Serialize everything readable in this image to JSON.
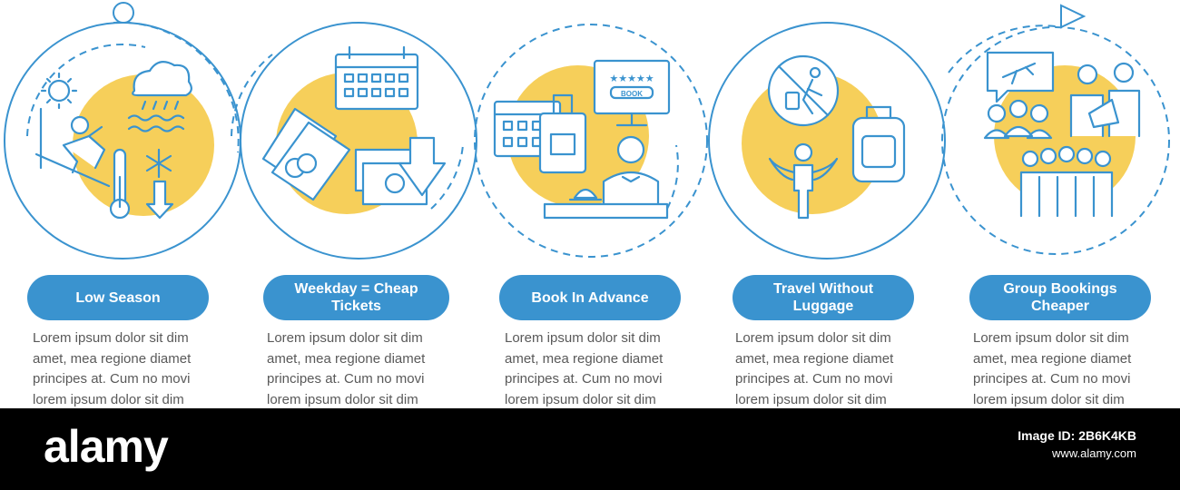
{
  "colors": {
    "accent_blue": "#3a93cf",
    "accent_yellow": "#f6cf5a",
    "text_gray": "#595959",
    "footer_black": "#000000"
  },
  "steps": [
    {
      "title": "Low Season",
      "icons": [
        "sun-icon",
        "skier-icon",
        "rain-cloud-icon",
        "thermometer-icon",
        "snowflake-icon",
        "down-arrow-icon"
      ],
      "lines": [
        "Lorem ipsum dolor sit dim",
        "amet, mea regione diamet",
        "principes at. Cum no movi",
        "lorem ipsum dolor sit dim"
      ]
    },
    {
      "title": "Weekday = Cheap Tickets",
      "icons": [
        "calendar-icon",
        "tickets-icon",
        "cash-icon",
        "down-arrow-icon"
      ],
      "lines": [
        "Lorem ipsum dolor sit dim",
        "amet, mea regione diamet",
        "principes at. Cum no movi",
        "lorem ipsum dolor sit dim"
      ]
    },
    {
      "title": "Book In Advance",
      "icons": [
        "calendar-icon",
        "monitor-icon",
        "suitcase-icon",
        "receptionist-icon",
        "bell-icon"
      ],
      "monitor_label": "BOOK",
      "lines": [
        "Lorem ipsum dolor sit dim",
        "amet, mea regione diamet",
        "principes at. Cum no movi",
        "lorem ipsum dolor sit dim"
      ]
    },
    {
      "title": "Travel Without Luggage",
      "icons": [
        "no-luggage-icon",
        "backpack-icon",
        "winged-person-icon"
      ],
      "lines": [
        "Lorem ipsum dolor sit dim",
        "amet, mea regione diamet",
        "principes at. Cum no movi",
        "lorem ipsum dolor sit dim"
      ]
    },
    {
      "title": "Group Bookings Cheaper",
      "icons": [
        "plane-speech-icon",
        "people-group-icon",
        "agent-icon",
        "crowd-icon"
      ],
      "lines": [
        "Lorem ipsum dolor sit dim",
        "amet, mea regione diamet",
        "principes at. Cum no movi",
        "lorem ipsum dolor sit dim"
      ]
    }
  ],
  "footer": {
    "logo": "alamy",
    "image_id_label": "Image ID: 2B6K4KB",
    "site": "www.alamy.com"
  }
}
